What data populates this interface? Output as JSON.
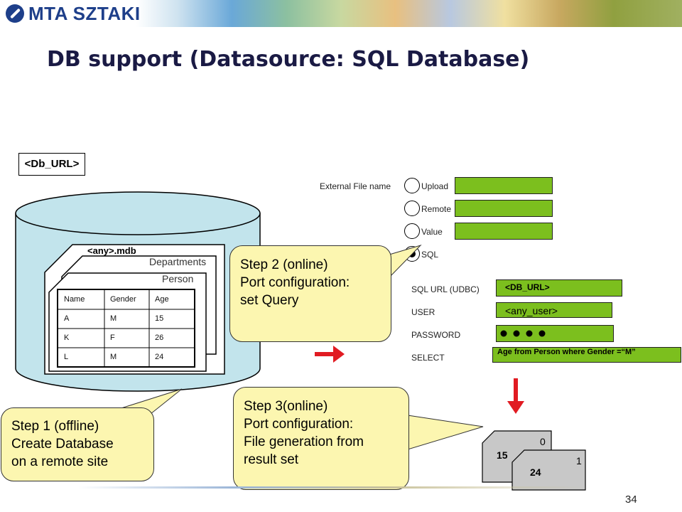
{
  "banner": {
    "logo_text": "MTA SZTAKI"
  },
  "title": "DB support (Datasource: SQL Database)",
  "db_url_label": "<Db_URL>",
  "database": {
    "file_label": "<any>.mdb",
    "tab_departments": "Departments",
    "tab_person": "Person",
    "table": {
      "headers": [
        "Name",
        "Gender",
        "Age"
      ],
      "rows": [
        [
          "A",
          "M",
          "15"
        ],
        [
          "K",
          "F",
          "26"
        ],
        [
          "L",
          "M",
          "24"
        ]
      ]
    }
  },
  "port_config": {
    "external_file_name_label": "External File name",
    "options": [
      {
        "label": "Upload",
        "selected": false
      },
      {
        "label": "Remote",
        "selected": false
      },
      {
        "label": "Value",
        "selected": false
      },
      {
        "label": "SQL",
        "selected": true
      }
    ],
    "sql_url_label": "SQL URL (UDBC)",
    "sql_url_value": "<DB_URL>",
    "user_label": "USER",
    "user_value": "<any_user>",
    "password_label": "PASSWORD",
    "select_label": "SELECT",
    "select_value": "Age from Person where Gender =“M”"
  },
  "steps": {
    "step1": [
      "Step 1 (offline)",
      "Create Database",
      "on a remote site"
    ],
    "step2": [
      "Step 2 (online)",
      "Port configuration:",
      "set Query"
    ],
    "step3": [
      "Step 3(online)",
      "Port configuration:",
      "File generation from",
      "result set"
    ]
  },
  "result_files": [
    {
      "index": "0",
      "value": "15"
    },
    {
      "index": "1",
      "value": "24"
    }
  ],
  "page_number": "34",
  "colors": {
    "field_green": "#7cbf1e",
    "bubble_yellow": "#fcf6b0",
    "arrow_red": "#e11b22",
    "cylinder_fill": "#c2e4ec",
    "title_navy": "#1a1a44"
  }
}
